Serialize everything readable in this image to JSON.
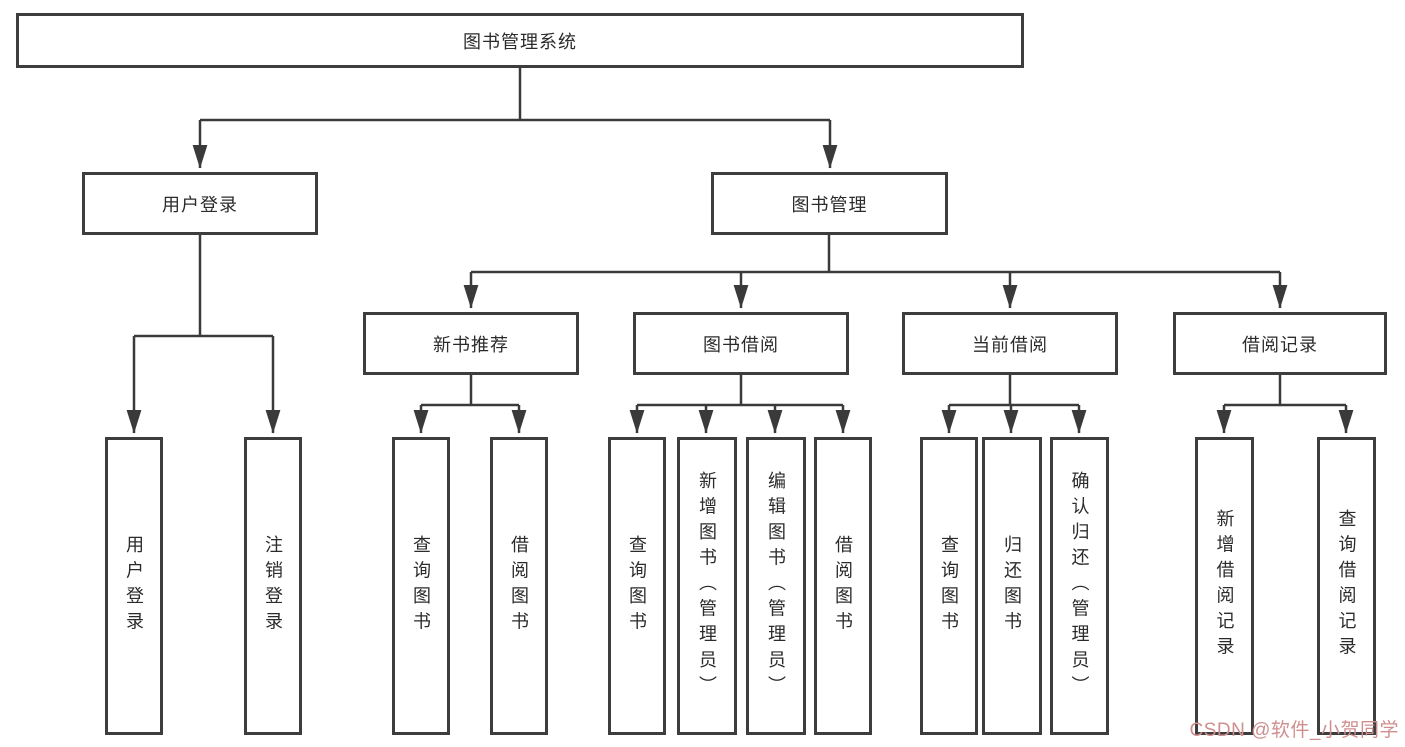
{
  "root": {
    "label": "图书管理系统"
  },
  "level2": {
    "user_login": {
      "label": "用户登录"
    },
    "book_management": {
      "label": "图书管理"
    }
  },
  "level3": {
    "new_book_recommend": {
      "label": "新书推荐"
    },
    "book_borrowing": {
      "label": "图书借阅"
    },
    "current_borrowing": {
      "label": "当前借阅"
    },
    "borrow_records": {
      "label": "借阅记录"
    }
  },
  "leaves": {
    "user_login": {
      "label": "用户登录"
    },
    "logout": {
      "label": "注销登录"
    },
    "query_book_recommend": {
      "label": "查询图书"
    },
    "borrow_book_recommend": {
      "label": "借阅图书"
    },
    "query_book_borrowing": {
      "label": "查询图书"
    },
    "add_book_admin": {
      "label": "新增图书（管理员）"
    },
    "edit_book_admin": {
      "label": "编辑图书（管理员）"
    },
    "borrow_book_borrowing": {
      "label": "借阅图书"
    },
    "query_book_current": {
      "label": "查询图书"
    },
    "return_book": {
      "label": "归还图书"
    },
    "confirm_return_admin": {
      "label": "确认归还（管理员）"
    },
    "add_borrow_record": {
      "label": "新增借阅记录"
    },
    "query_borrow_record": {
      "label": "查询借阅记录"
    }
  },
  "watermark": "CSDN @软件_小贺同学",
  "colors": {
    "background": "#ffffff",
    "box_border": "#3d3d3d",
    "connector_line": "#3a3a3a",
    "text": "#2b2b2b",
    "watermark": "#d08f8f"
  }
}
